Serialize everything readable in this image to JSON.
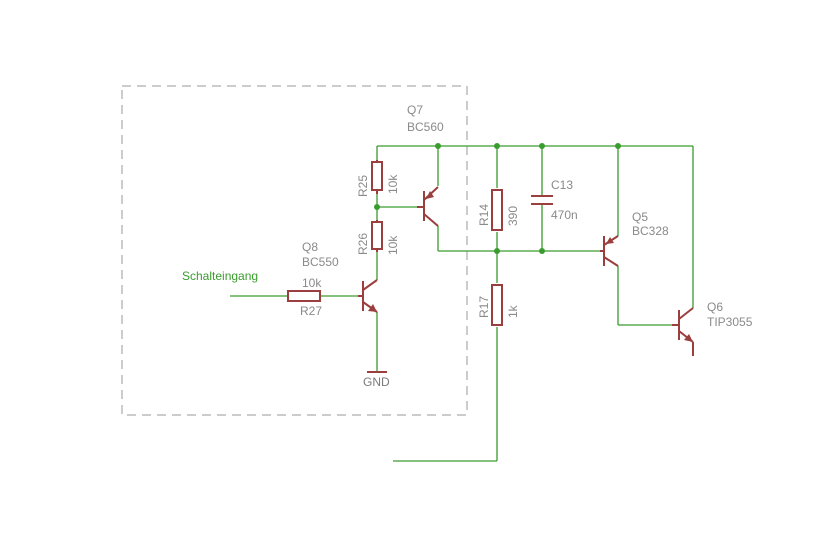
{
  "net_labels": {
    "switch_input": "Schalteingang"
  },
  "ground": {
    "label": "GND"
  },
  "components": {
    "q7": {
      "name": "Q7",
      "value": "BC560"
    },
    "q8": {
      "name": "Q8",
      "value": "BC550"
    },
    "q5": {
      "name": "Q5",
      "value": "BC328"
    },
    "q6": {
      "name": "Q6",
      "value": "TIP3055"
    },
    "r25": {
      "name": "R25",
      "value": "10k"
    },
    "r26": {
      "name": "R26",
      "value": "10k"
    },
    "r27": {
      "name": "R27",
      "value": "10k"
    },
    "r14": {
      "name": "R14",
      "value": "390"
    },
    "r17": {
      "name": "R17",
      "value": "1k"
    },
    "c13": {
      "name": "C13",
      "value": "470n"
    }
  },
  "colors": {
    "wire": "#3a9c2e",
    "component": "#9b3e3e",
    "frame": "#999999",
    "label": "#8a8a8a"
  }
}
